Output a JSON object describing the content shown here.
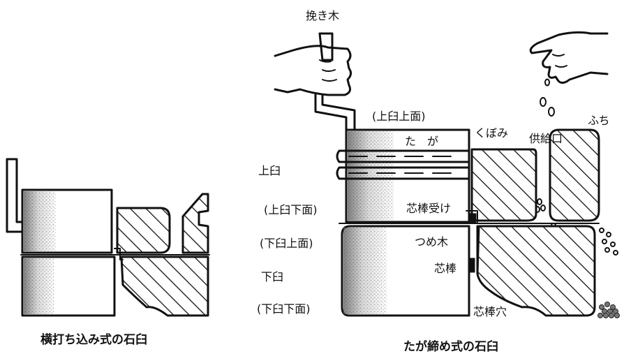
{
  "labels": {
    "handle": "挽き木",
    "upper_top_surface": "(上臼上面)",
    "taga": "た　が",
    "kubomi": "くぼみ",
    "feed_port": "供給口",
    "fuchi": "ふち",
    "upper_mill": "上臼",
    "upper_bottom_surface": "(上臼下面)",
    "pin_receiver": "芯棒受け",
    "lower_top_surface": "(下臼上面)",
    "tsume_gi": "つめ木",
    "pin": "芯棒",
    "lower_mill": "下臼",
    "lower_bottom_surface": "(下臼下面)",
    "pin_hole": "芯棒穴"
  },
  "captions": {
    "left": "横打ち込み式の石臼",
    "right": "たが締め式の石臼"
  }
}
